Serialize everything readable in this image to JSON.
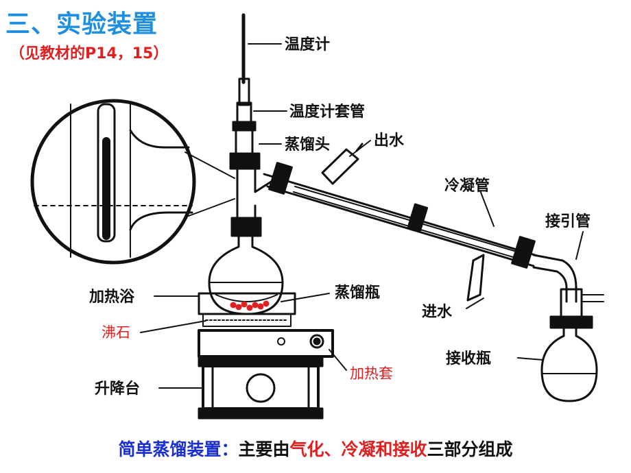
{
  "title": "三、实验装置",
  "subtitle": "（见教材的P14，15）",
  "labels": {
    "thermometer": "温度计",
    "thermometer_sleeve": "温度计套管",
    "distilling_head": "蒸馏头",
    "water_out": "出水",
    "condenser": "冷凝管",
    "adapter": "接引管",
    "heating_bath": "加热浴",
    "distilling_flask": "蒸馏瓶",
    "boiling_chips": "沸石",
    "water_in": "进水",
    "receiving_flask": "接收瓶",
    "heating_mantle": "加热套",
    "lab_jack": "升降台"
  },
  "caption": {
    "part1": "简单蒸馏装置：",
    "part2": "主要由",
    "part3": "气化",
    "part4": "、",
    "part5": "冷凝",
    "part6": "和",
    "part7": "接收",
    "part8": "三部分组成"
  },
  "colors": {
    "title": "#1e8fe0",
    "subtitle": "#e02020",
    "caption_blue": "#1a2fcf",
    "caption_red": "#e02020"
  }
}
